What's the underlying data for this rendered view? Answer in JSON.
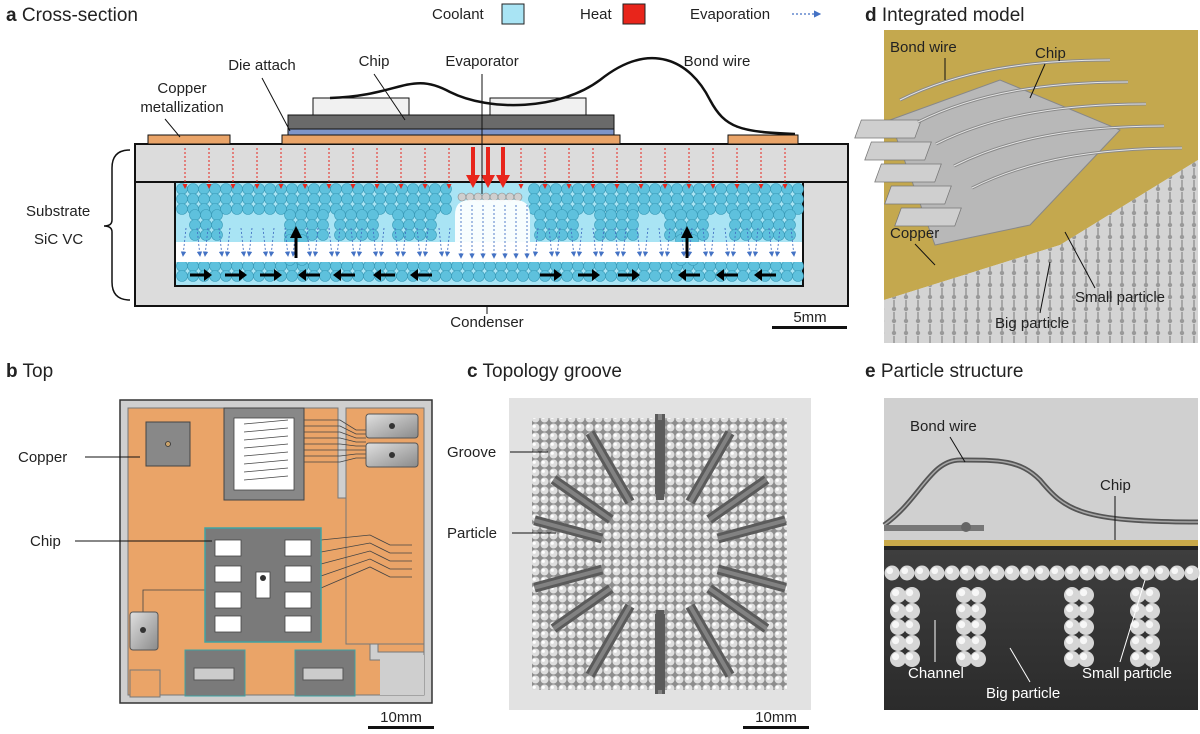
{
  "panel_a": {
    "letter": "a",
    "title": "Cross-section",
    "legend": {
      "coolant": "Coolant",
      "heat": "Heat",
      "evaporation": "Evaporation"
    },
    "labels": {
      "copper_line1": "Copper",
      "copper_line2": "metallization",
      "die_attach": "Die attach",
      "chip": "Chip",
      "evaporator": "Evaporator",
      "bond_wire": "Bond wire",
      "substrate": "Substrate",
      "sic_vc": "SiC VC",
      "condenser": "Condenser",
      "scale": "5mm"
    },
    "colors": {
      "coolant": "#a9e4f4",
      "heat": "#e8251b",
      "copper": "#eaa468",
      "evaporation": "#4472c4",
      "particle": "#5ec1dd"
    }
  },
  "panel_b": {
    "letter": "b",
    "title": "Top",
    "labels": {
      "copper": "Copper",
      "chip": "Chip",
      "scale": "10mm"
    }
  },
  "panel_c": {
    "letter": "c",
    "title": "Topology groove",
    "labels": {
      "groove": "Groove",
      "particle": "Particle",
      "scale": "10mm"
    }
  },
  "panel_d": {
    "letter": "d",
    "title": "Integrated model",
    "labels": {
      "bond_wire": "Bond wire",
      "chip": "Chip",
      "copper": "Copper",
      "small_particle": "Small particle",
      "big_particle": "Big particle"
    }
  },
  "panel_e": {
    "letter": "e",
    "title": "Particle structure",
    "labels": {
      "bond_wire": "Bond wire",
      "chip": "Chip",
      "channel": "Channel",
      "big_particle": "Big particle",
      "small_particle": "Small particle"
    }
  }
}
